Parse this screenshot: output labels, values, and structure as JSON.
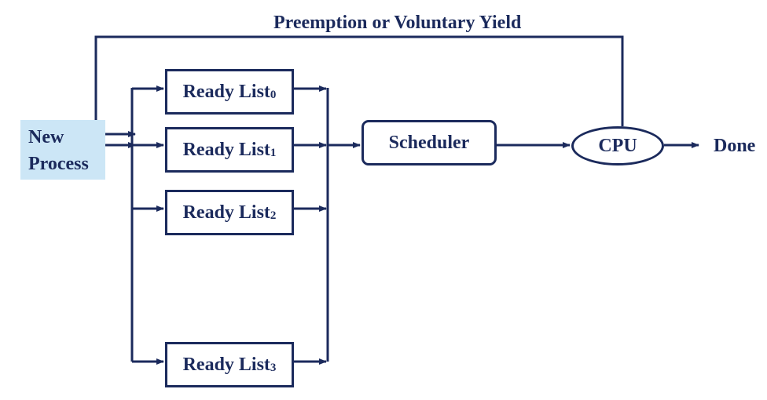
{
  "diagram": {
    "title": "Preemption or Voluntary Yield",
    "new_process": {
      "line1": "New",
      "line2": "Process"
    },
    "ready_lists": [
      {
        "label": "Ready List",
        "subscript": "0"
      },
      {
        "label": "Ready List",
        "subscript": "1"
      },
      {
        "label": "Ready List",
        "subscript": "2"
      },
      {
        "label": "Ready List",
        "subscript": "3"
      }
    ],
    "scheduler": "Scheduler",
    "cpu": "CPU",
    "done": "Done"
  },
  "colors": {
    "stroke": "#1b2a5c",
    "highlight": "#cce6f6"
  }
}
